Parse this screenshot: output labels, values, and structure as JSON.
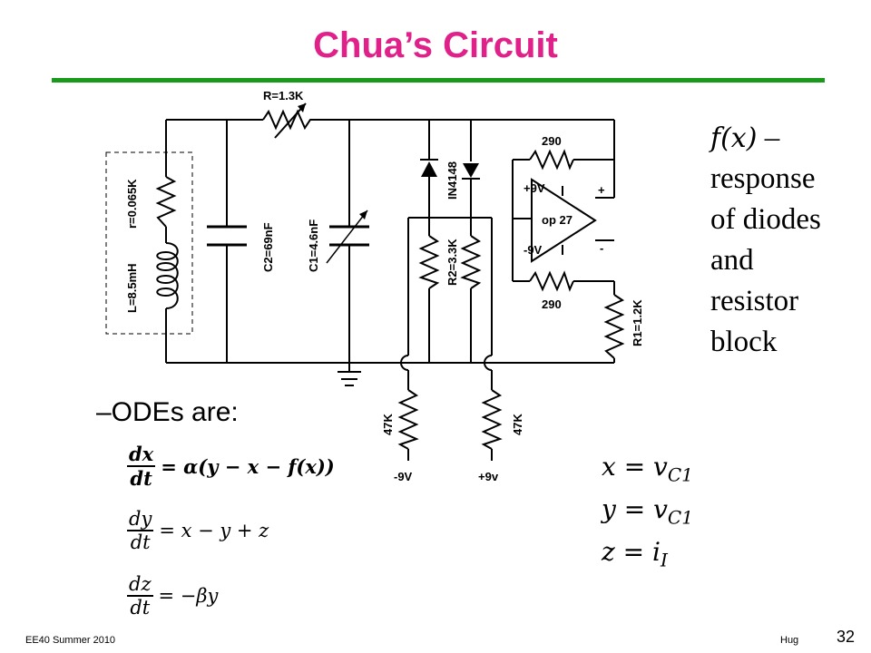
{
  "slide": {
    "title": "Chua’s Circuit",
    "footer_left": "EE40 Summer 2010",
    "footer_right": "Hug",
    "page_number": "32",
    "title_color": "#e0218a",
    "rule_color": "#1a9a1a"
  },
  "circuit": {
    "r_label": "R=1.3K",
    "r_small": "r=0.065K",
    "inductor": "L=8.5mH",
    "c2": "C2=69nF",
    "c1": "C1=4.6nF",
    "r2": "R2=3.3K",
    "diode": "IN4148",
    "opamp": "op 27",
    "feedback_top": "290",
    "feedback_bottom": "290",
    "supply_pos": "+9V",
    "supply_neg": "-9V",
    "plus_input": "+",
    "minus_input": "-",
    "r1": "R1=1.2K",
    "bias_left": "47K",
    "bias_right": "47K",
    "bias_left_supply": "-9V",
    "bias_right_supply": "+9v"
  },
  "side_note": {
    "fx": "f(x)",
    "dash": " –",
    "lines": [
      "response",
      "of diodes",
      "and",
      "resistor",
      "block"
    ]
  },
  "odes": {
    "label": "–ODEs are:",
    "eq1_num": "dx",
    "eq1_den": "dt",
    "eq1_rhs": "= α(y − x − f(x))",
    "eq2_num": "dy",
    "eq2_den": "dt",
    "eq2_rhs": "= x − y + z",
    "eq3_num": "dz",
    "eq3_den": "dt",
    "eq3_rhs": "= −βy"
  },
  "definitions": {
    "x_lhs": "x = v",
    "x_sub": "C1",
    "y_lhs": "y = v",
    "y_sub": "C1",
    "z_lhs": "z = i",
    "z_sub": "I"
  }
}
